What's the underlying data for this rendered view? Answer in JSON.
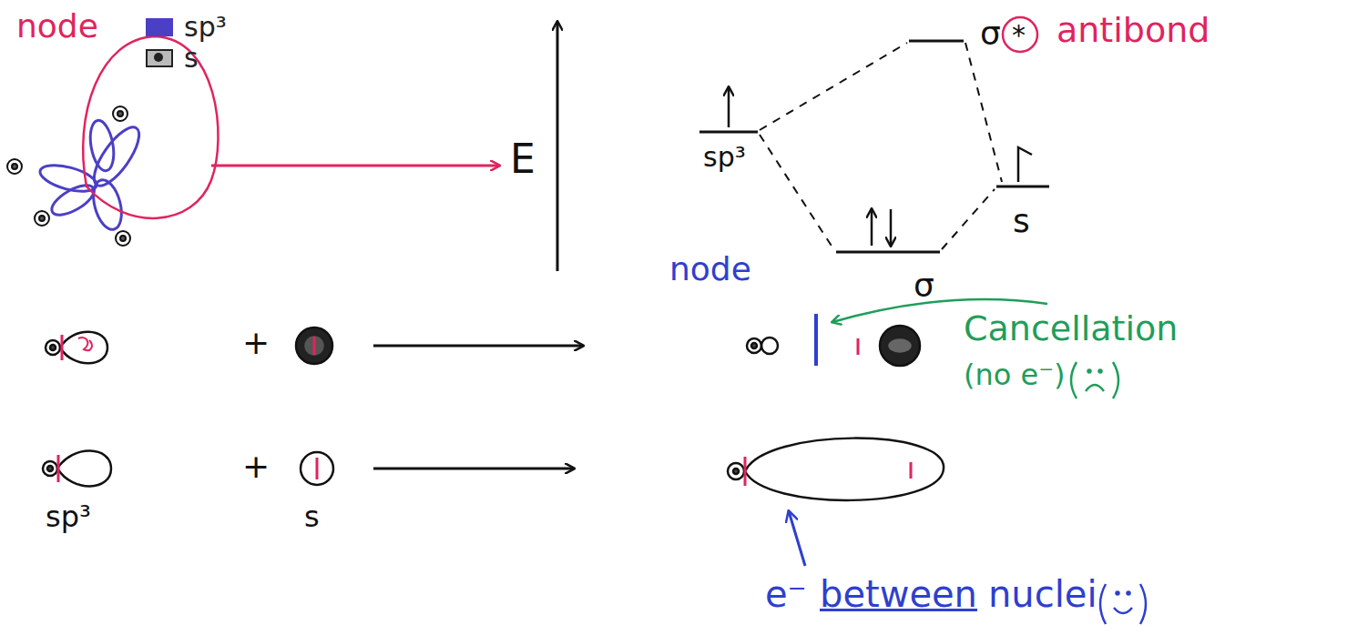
{
  "diagram": {
    "labels": [
      "node",
      "E",
      "sp³",
      "σ",
      "*",
      "antibond",
      "s",
      "node",
      "σ",
      "Cancellation",
      "(no e⁻)",
      "+",
      "+",
      "sp³",
      "s",
      "e⁻",
      "between",
      "nuclei"
    ],
    "legend": [
      {
        "text": "sp³",
        "color": "#4b3fc6"
      },
      {
        "text": "s"
      }
    ]
  }
}
